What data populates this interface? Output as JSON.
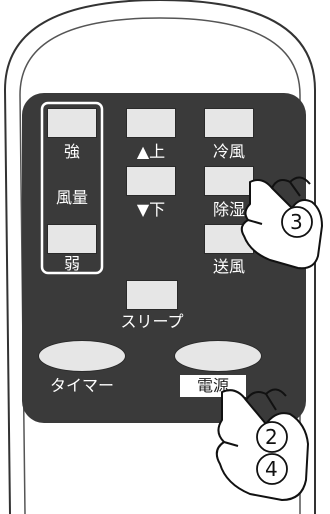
{
  "remote": {
    "buttons": {
      "strong": "強",
      "air_volume": "風量",
      "weak": "弱",
      "up": "▲上",
      "down": "▼下",
      "cool": "冷風",
      "dehumidify": "除湿",
      "fan": "送風",
      "sleep": "スリープ",
      "timer": "タイマー",
      "power": "電源"
    },
    "steps": {
      "step3": "3",
      "step2": "2",
      "step4": "4"
    }
  },
  "colors": {
    "panel": "#3a3a3a",
    "key_face": "#e6e6e6",
    "remote_body": "#ffffff",
    "outline": "#2a2a2a"
  }
}
